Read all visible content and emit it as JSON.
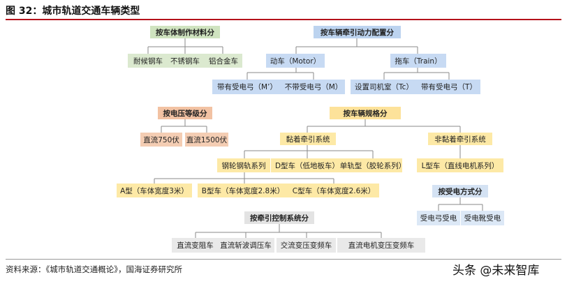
{
  "title": "图 32：城市轨道交通车辆类型",
  "source": "资料来源：《城市轨道交通概论》，国海证券研究所",
  "watermark": "头条 @未来智库",
  "material": {
    "header": "按车体制作材料分",
    "items": [
      "耐候钢车",
      "不锈钢车",
      "铝合金车"
    ]
  },
  "power": {
    "header": "按车辆牵引动力配置分",
    "motor": "动车（Motor）",
    "trailer": "拖车（Train）",
    "motor_children": [
      "带有受电弓（M’）",
      "不带受电弓（M）"
    ],
    "trailer_children": [
      "设置司机室（Tc）",
      "带有受电弓（T）"
    ]
  },
  "voltage": {
    "header": "按电压等级分",
    "items": [
      "直流750伏",
      "直流1500伏"
    ]
  },
  "spec": {
    "header": "按车辆规格分",
    "adhesion": "黏着牵引系统",
    "non_adhesion": "非黏着牵引系统",
    "adhesion_children": [
      "钢轮钢轨系列",
      "D型车（低地板车）",
      "单轨型（胶轮系列）"
    ],
    "non_adhesion_child": "L型车（直线电机系列）",
    "steel_children": [
      "A型（车体宽度3米）",
      "B型车（车体宽度2.8米）",
      "C型车（车体宽度2.6米）"
    ]
  },
  "pickup": {
    "header": "按受电方式分",
    "items": [
      "受电弓受电",
      "受电靴受电"
    ]
  },
  "traction_control": {
    "header": "按牵引控制系统分",
    "items": [
      "直流变阻车",
      "直流斩波调压车",
      "交流变压变频车",
      "直流电机变压变频车"
    ]
  }
}
